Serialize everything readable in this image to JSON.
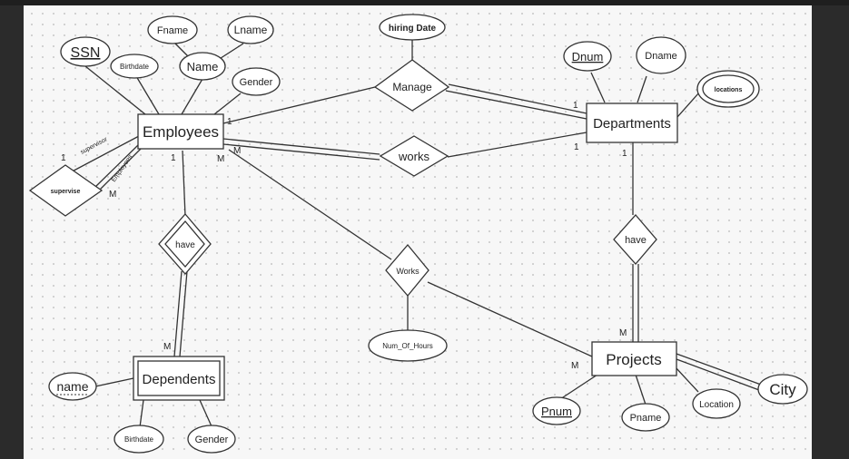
{
  "entities": {
    "employees": "Employees",
    "departments": "Departments",
    "projects": "Projects",
    "dependents": "Dependents"
  },
  "relationships": {
    "manage": "Manage",
    "works_dept": "works",
    "works_proj": "Works",
    "have_dep": "have",
    "have_proj": "have",
    "supervise": "supervise"
  },
  "attributes": {
    "ssn": "SSN",
    "birthdate_emp": "Birthdate",
    "fname": "Fname",
    "name": "Name",
    "lname": "Lname",
    "gender_emp": "Gender",
    "hiring_date": "hiring Date",
    "dnum": "Dnum",
    "dname": "Dname",
    "locations": "locations",
    "num_of_hours": "Num_Of_Hours",
    "pnum": "Pnum",
    "pname": "Pname",
    "location": "Location",
    "city": "City",
    "dep_name": "name",
    "birthdate_dep": "Birthdate",
    "gender_dep": "Gender"
  },
  "cardinalities": {
    "emp_manage": "1",
    "dept_manage": "1",
    "emp_works": "M",
    "dept_works": "1",
    "emp_sup_1": "1",
    "emp_sup_m": "M",
    "emp_have": "1",
    "dep_have": "M",
    "emp_works_proj": "M",
    "proj_works": "M",
    "dept_have": "1",
    "proj_have": "M"
  },
  "role_labels": {
    "supervisor": "supervisor",
    "employees": "Employees"
  }
}
